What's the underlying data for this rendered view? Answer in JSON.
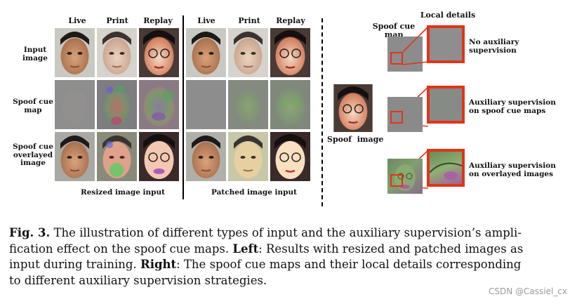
{
  "figure": {
    "left_panel": {
      "column_headers": [
        "Live",
        "Print",
        "Replay",
        "Live",
        "Print",
        "Replay"
      ],
      "row_labels": [
        [
          "Input",
          "image"
        ],
        [
          "Spoof cue",
          "map"
        ],
        [
          "Spoof cue",
          "overlayed",
          "image"
        ]
      ],
      "group_labels": [
        "Resized image input",
        "Patched image input"
      ]
    },
    "right_panel": {
      "local_details_label": "Local details",
      "spoof_cue_map_label": "Spoof cue map",
      "spoof_image_label": "Spoof  image",
      "rows": [
        [
          "No auxiliary",
          "supervision"
        ],
        [
          "Auxiliary supervision",
          "on spoof cue maps"
        ],
        [
          "Auxiliary supervision",
          "on overlayed images"
        ]
      ]
    },
    "caption": {
      "fig_label": "Fig. 3.",
      "text1": " The illustration of different types of input and the auxiliary supervision’s ampli-",
      "text2": "fication effect on the spoof cue maps. ",
      "left_bold": "Left",
      "text3": ": Results with resized and patched images as",
      "text4": "input during training. ",
      "right_bold": "Right",
      "text5": ": The spoof cue maps and their local details corresponding",
      "text6": "to different auxiliary supervision strategies."
    },
    "watermark": "CSDN @Cassiel_cx",
    "colors": {
      "highlight_red": "#e0341a",
      "cue_gray": "#8c8c8c"
    }
  }
}
